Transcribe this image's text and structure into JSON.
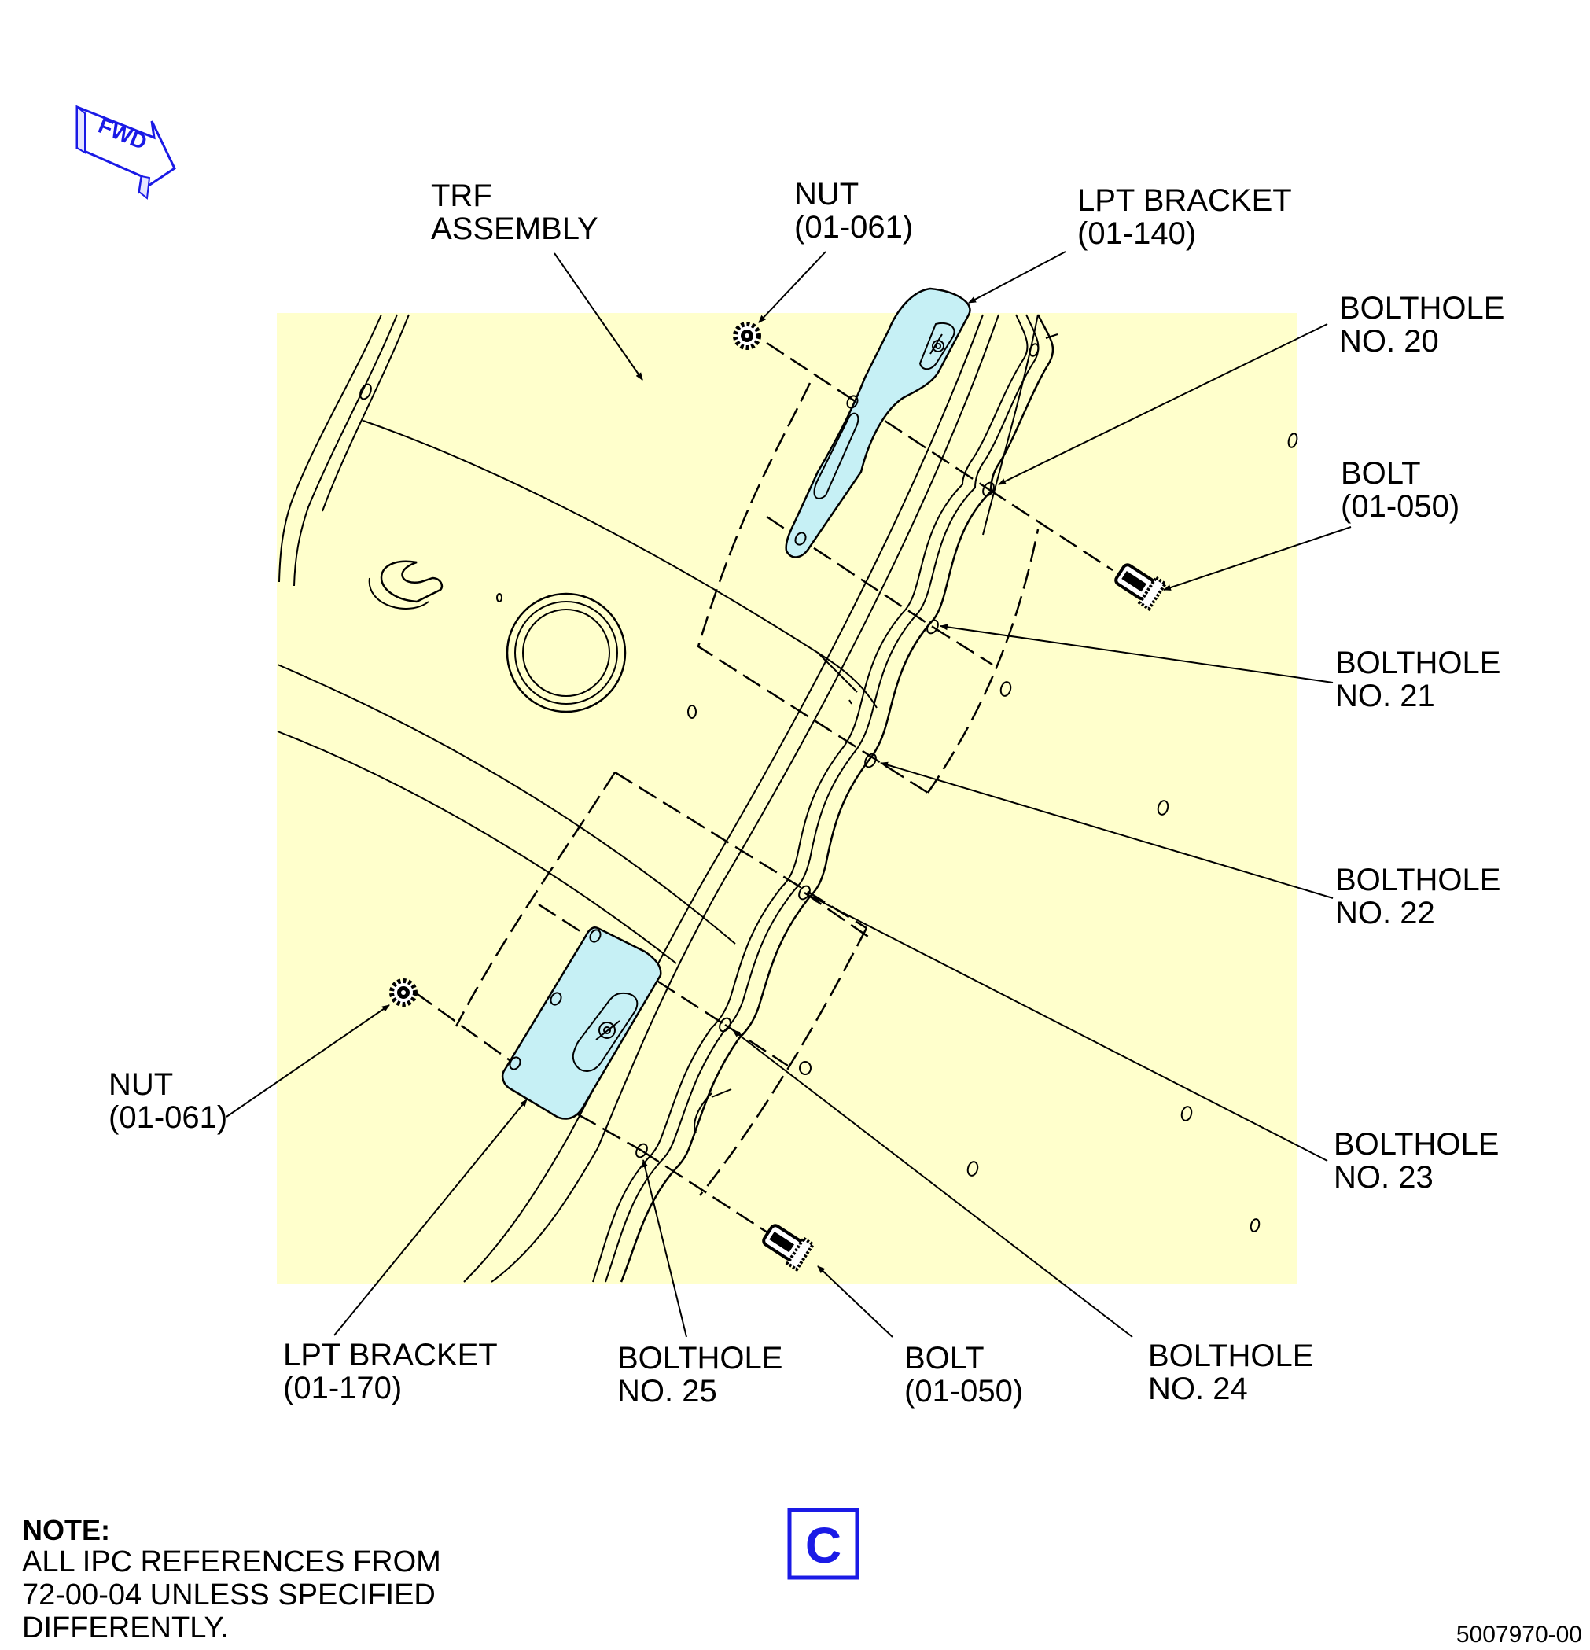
{
  "labels": {
    "trf": [
      "TRF",
      "ASSEMBLY"
    ],
    "nut_top": [
      "NUT",
      "(01-061)"
    ],
    "lpt_bracket_top": [
      "LPT BRACKET",
      "(01-140)"
    ],
    "bolthole_20": [
      "BOLTHOLE",
      "NO. 20"
    ],
    "bolt_right": [
      "BOLT",
      "(01-050)"
    ],
    "bolthole_21": [
      "BOLTHOLE",
      "NO. 21"
    ],
    "bolthole_22": [
      "BOLTHOLE",
      "NO. 22"
    ],
    "bolthole_23": [
      "BOLTHOLE",
      "NO. 23"
    ],
    "nut_left": [
      "NUT",
      "(01-061)"
    ],
    "lpt_bracket_bottom": [
      "LPT BRACKET",
      "(01-170)"
    ],
    "bolthole_25": [
      "BOLTHOLE",
      "NO. 25"
    ],
    "bolt_bottom": [
      "BOLT",
      "(01-050)"
    ],
    "bolthole_24": [
      "BOLTHOLE",
      "NO. 24"
    ]
  },
  "fwd_label": "FWD",
  "detail_letter": "C",
  "note": {
    "title": "NOTE:",
    "lines": [
      "ALL IPC REFERENCES FROM",
      "72-00-04 UNLESS SPECIFIED",
      "DIFFERENTLY."
    ]
  },
  "figure_number": "5007970-00",
  "colors": {
    "background_panel": "#ffffcc",
    "bracket_fill": "#c6f0f5",
    "accent_blue": "#1a1ae6"
  }
}
